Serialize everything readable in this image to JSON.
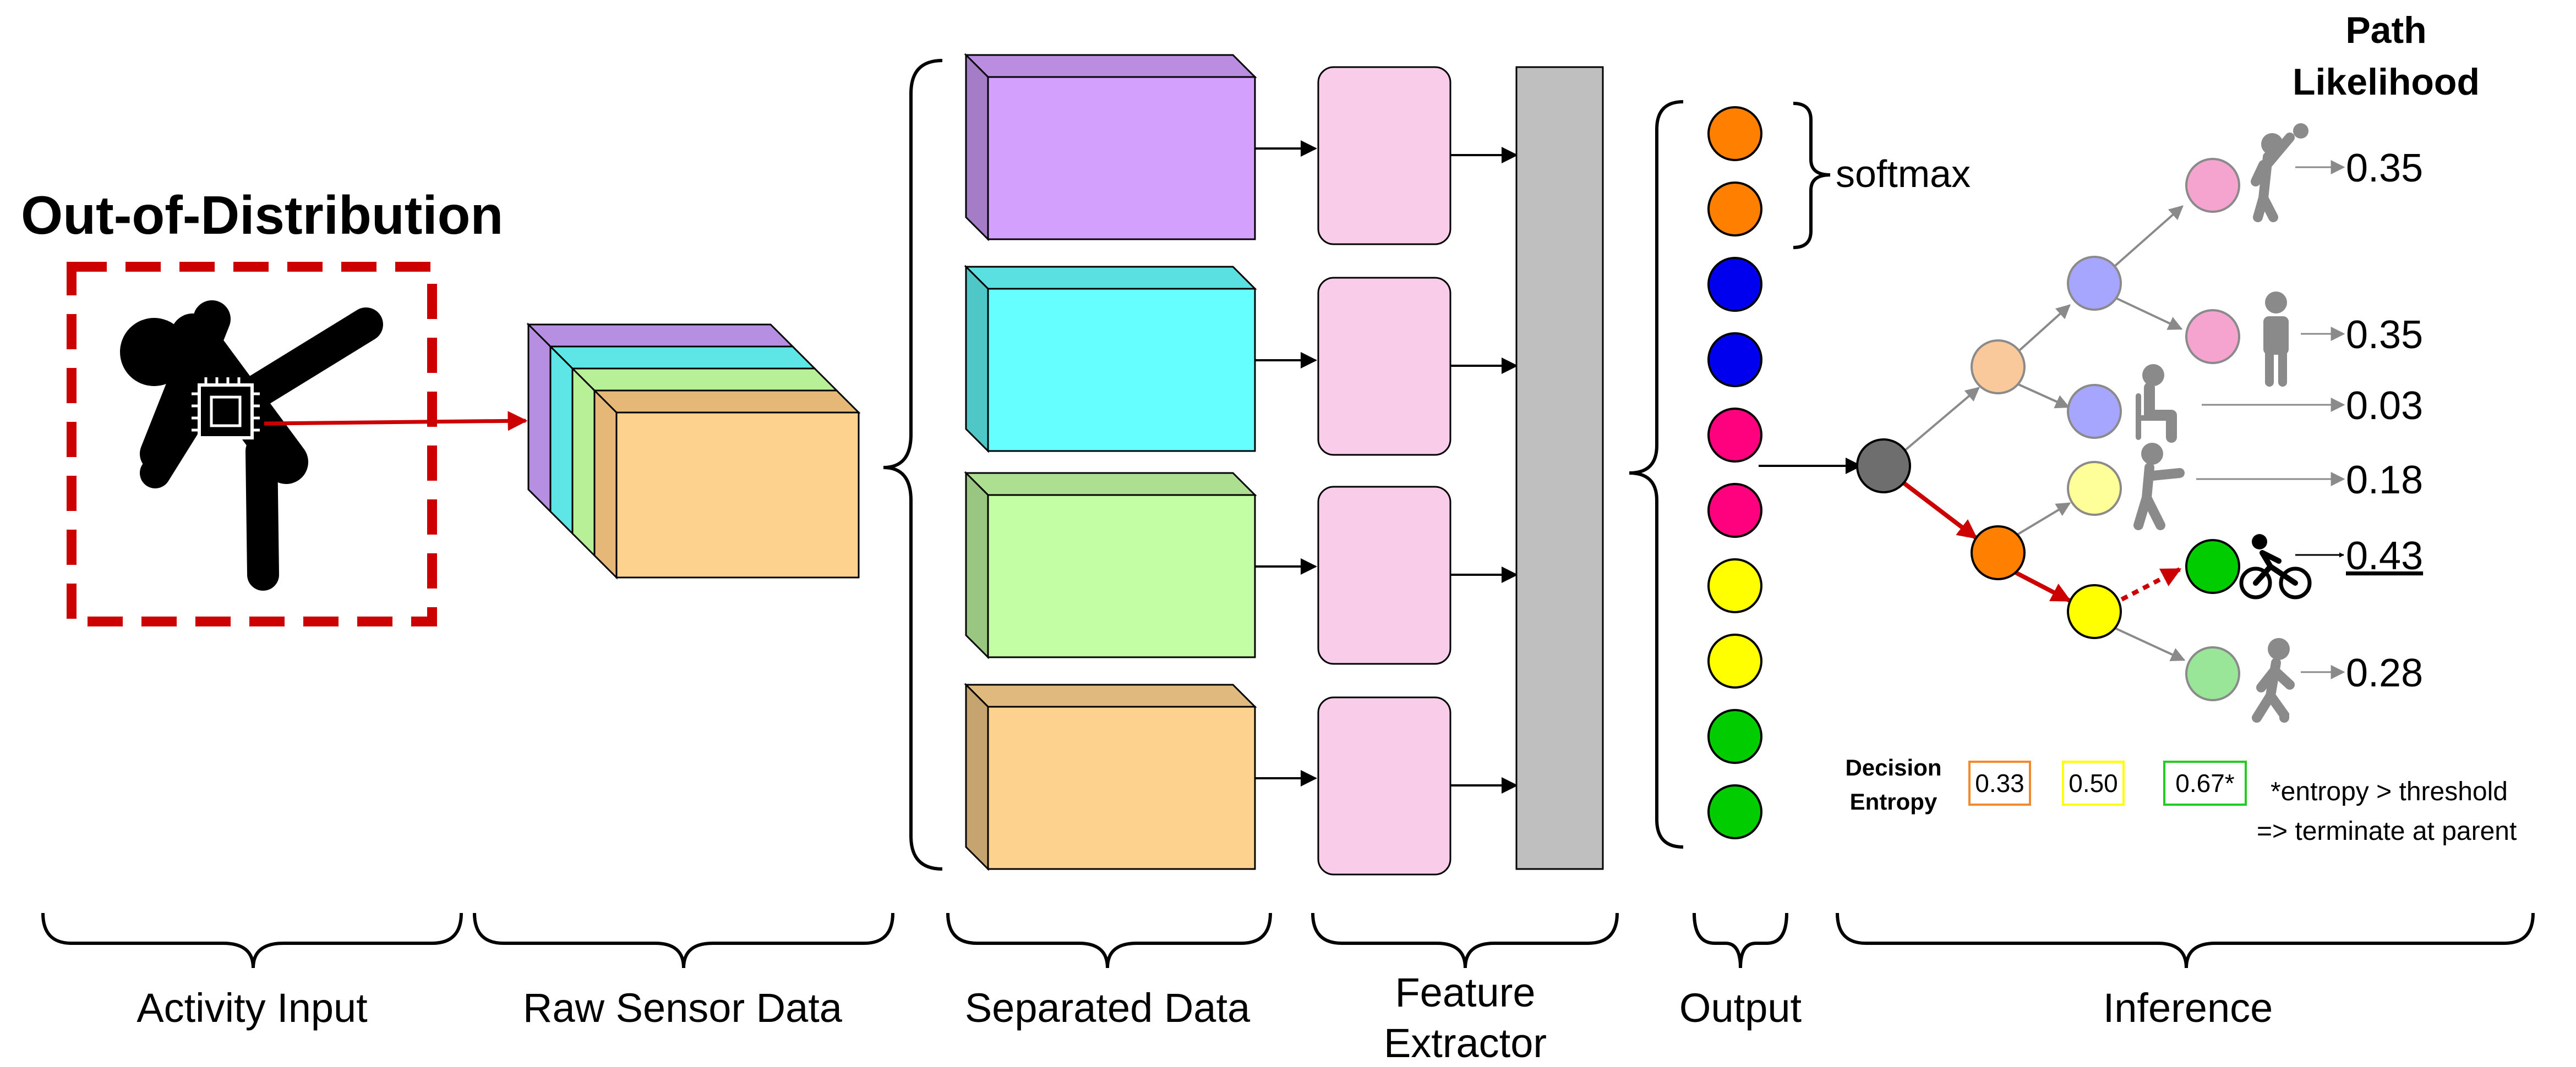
{
  "ood_title": "Out-of-Distribution",
  "path_likelihood_title": [
    "Path",
    "Likelihood"
  ],
  "softmax_label": "softmax",
  "stages": {
    "activity_input": "Activity Input",
    "raw_sensor_data": "Raw Sensor Data",
    "separated_data": "Separated Data",
    "feature_extractor": [
      "Feature",
      "Extractor"
    ],
    "output": "Output",
    "inference": "Inference"
  },
  "likelihoods": [
    {
      "value": "0.35",
      "highlight": false
    },
    {
      "value": "0.35",
      "highlight": false
    },
    {
      "value": "0.03",
      "highlight": false
    },
    {
      "value": "0.18",
      "highlight": false
    },
    {
      "value": "0.43",
      "highlight": true
    },
    {
      "value": "0.28",
      "highlight": false
    }
  ],
  "decision_entropy": {
    "label": [
      "Decision",
      "Entropy"
    ],
    "values": [
      {
        "value": "0.33",
        "border": "#f08a2c"
      },
      {
        "value": "0.50",
        "border": "#ffff00"
      },
      {
        "value": "0.67*",
        "border": "#22cc22"
      }
    ],
    "note": [
      "*entropy > threshold",
      "=> terminate at parent"
    ]
  },
  "output_colors": [
    "#ff8000",
    "#ff8000",
    "#0000ee",
    "#0000ee",
    "#ff007f",
    "#ff007f",
    "#ffff00",
    "#ffff00",
    "#00cc00",
    "#00cc00"
  ],
  "separated_colors": [
    "#d4a0fe",
    "#66ffff",
    "#c4fea4",
    "#fdd28e"
  ],
  "colors": {
    "ood_red": "#cc0000",
    "likelihood_faded": "#f4a0a0",
    "feature_box": "#f9ccea",
    "fusion_bar": "#bfbfbf",
    "root_node": "#6e6e6e"
  }
}
